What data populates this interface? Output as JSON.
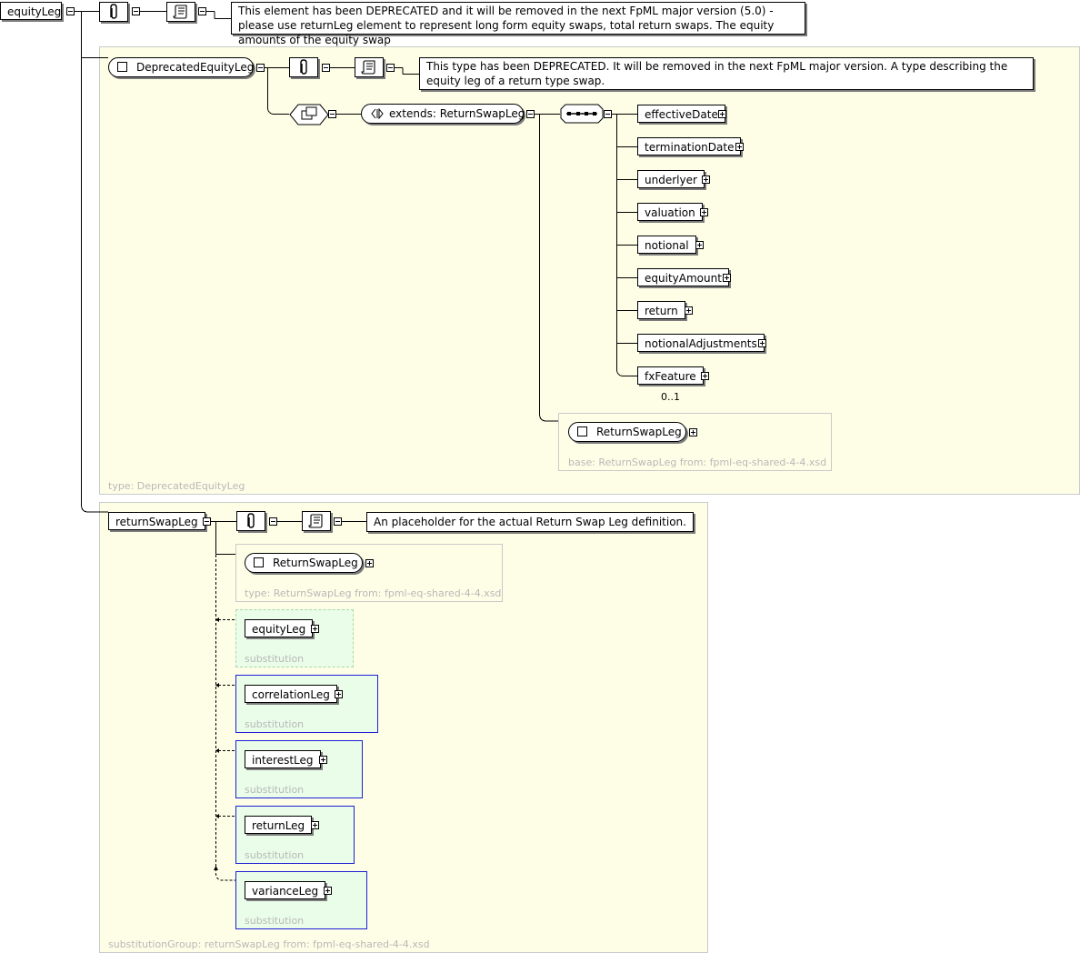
{
  "root": {
    "name": "equityLeg",
    "doc": "This element has been DEPRECATED and it will be removed in the next FpML major version (5.0) - please use returnLeg element to represent long form equity swaps, total return swaps. The equity amounts of the equity swap"
  },
  "type_region": {
    "type_name": "DeprecatedEquityLeg",
    "doc": "This type has been DEPRECATED. It will be removed in the next FpML major version. A type describing the equity leg of a return type swap.",
    "extends_label": "extends: ReturnSwapLeg",
    "children": [
      {
        "name": "effectiveDate"
      },
      {
        "name": "terminationDate"
      },
      {
        "name": "underlyer"
      },
      {
        "name": "valuation"
      },
      {
        "name": "notional"
      },
      {
        "name": "equityAmount"
      },
      {
        "name": "return"
      },
      {
        "name": "notionalAdjustments"
      },
      {
        "name": "fxFeature",
        "cardinality": "0..1"
      }
    ],
    "base_type": "ReturnSwapLeg",
    "base_label": "base: ReturnSwapLeg from: fpml-eq-shared-4-4.xsd",
    "region_label": "type: DeprecatedEquityLeg"
  },
  "substitution_region": {
    "name": "returnSwapLeg",
    "doc": "An placeholder for the actual Return Swap Leg definition.",
    "type_name": "ReturnSwapLeg",
    "type_label": "type: ReturnSwapLeg from: fpml-eq-shared-4-4.xsd",
    "members": [
      {
        "name": "equityLeg",
        "label": "substitution"
      },
      {
        "name": "correlationLeg",
        "label": "substitution"
      },
      {
        "name": "interestLeg",
        "label": "substitution"
      },
      {
        "name": "returnLeg",
        "label": "substitution"
      },
      {
        "name": "varianceLeg",
        "label": "substitution"
      }
    ],
    "region_label": "substitutionGroup: returnSwapLeg from: fpml-eq-shared-4-4.xsd"
  },
  "icons": {
    "annotation": "paperclip-icon",
    "documentation": "scroll-icon",
    "extension": "extension-arrows-icon",
    "complex_type": "complex-type-box-icon",
    "sequence": "sequence-icon"
  }
}
